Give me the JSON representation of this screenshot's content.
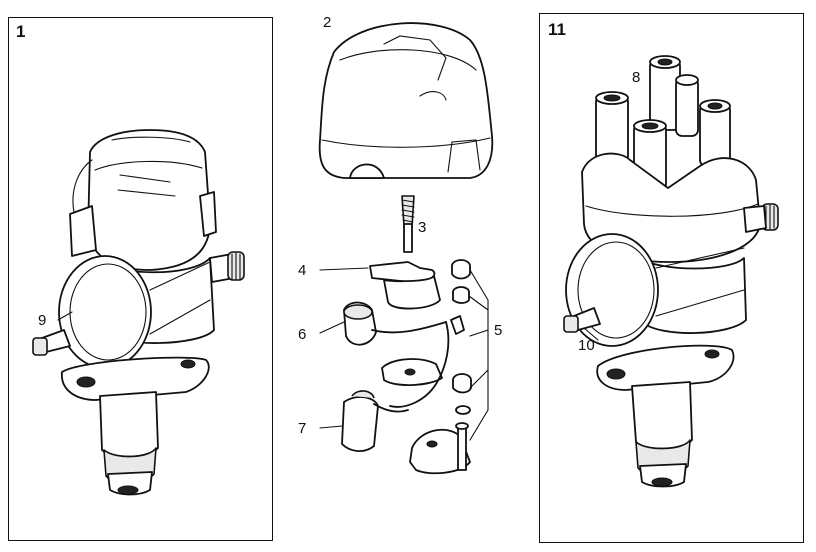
{
  "panels": {
    "left": {
      "number": "1"
    },
    "right": {
      "number": "11"
    }
  },
  "callouts": {
    "cap": "2",
    "spring": "3",
    "rotor": "4",
    "hardware": "5",
    "condenser": "6",
    "contact_set": "7",
    "cap_towers": "8",
    "vacuum_unit_left": "9",
    "vacuum_unit_right": "10"
  },
  "icons": {
    "distributor_plain": "distributor-body-icon",
    "distributor_cap": "distributor-cap-icon",
    "exploded_parts": "exploded-parts-icon",
    "distributor_assembled": "distributor-assembled-icon"
  }
}
